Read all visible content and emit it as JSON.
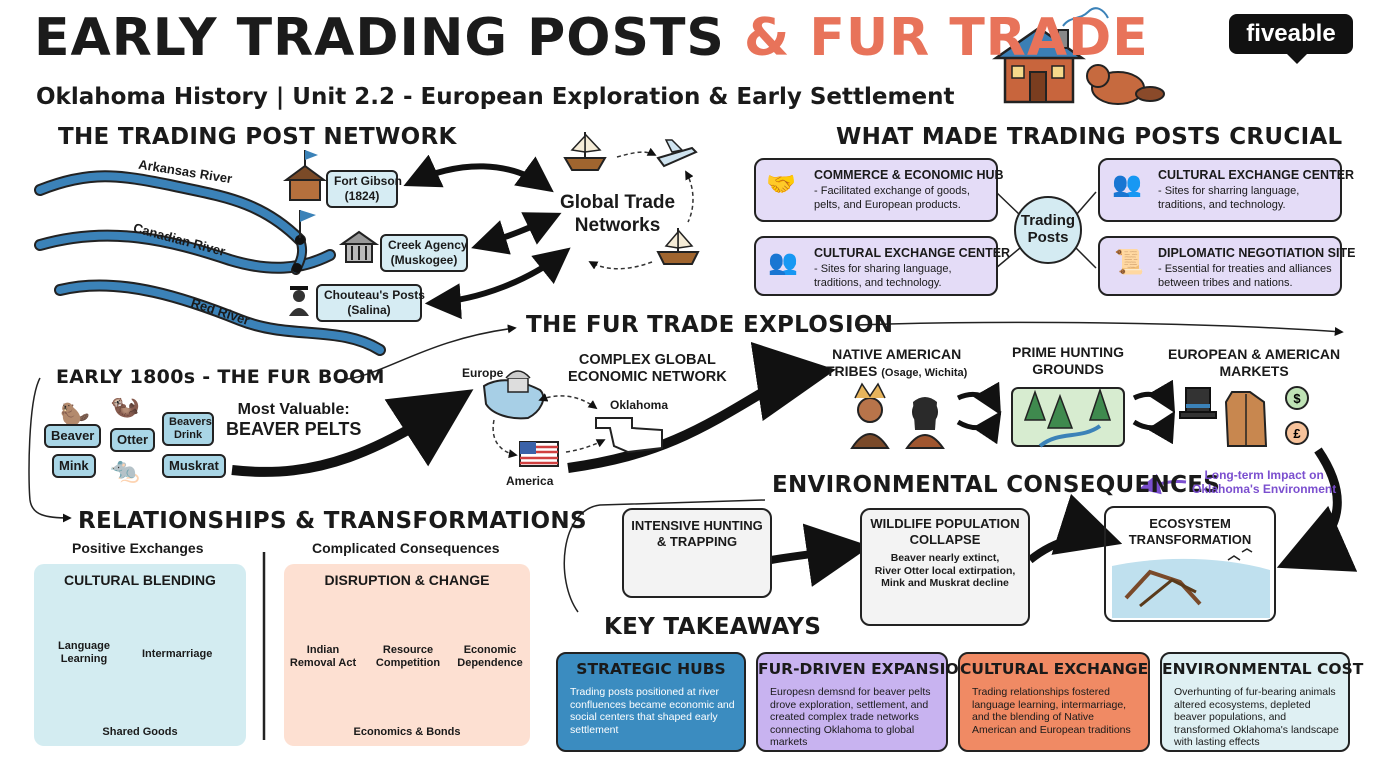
{
  "header": {
    "title_part1": "EARLY TRADING POSTS",
    "title_part2": "& FUR TRADE",
    "subtitle": "Oklahoma History | Unit 2.2 - European Exploration & Early Settlement",
    "brand": "fiveable"
  },
  "network": {
    "heading": "THE TRADING POST NETWORK",
    "rivers": [
      "Arkansas River",
      "Canadian River",
      "Red River"
    ],
    "posts": [
      {
        "name": "Fort Gibson",
        "detail": "(1824)"
      },
      {
        "name": "Creek Agency",
        "detail": "(Muskogee)"
      },
      {
        "name": "Chouteau's Posts",
        "detail": "(Salina)"
      }
    ],
    "global_label_line1": "Global Trade",
    "global_label_line2": "Networks"
  },
  "crucial": {
    "heading": "WHAT MADE TRADING POSTS CRUCIAL",
    "center_line1": "Trading",
    "center_line2": "Posts",
    "items": [
      {
        "title": "COMMERCE & ECONOMIC HUB",
        "desc": "- Facilitated exchange of goods, pelts, and European products."
      },
      {
        "title": "CULTURAL EXCHANGE CENTER",
        "desc": "- Sites for sharring language, traditions, and technology."
      },
      {
        "title": "CULTURAL EXCHANGE CENTER",
        "desc": "- Sites for sharing language, traditions, and technology."
      },
      {
        "title": "DIPLOMATIC NEGOTIATION SITE",
        "desc": "- Essential for treaties and alliances between tribes and nations."
      }
    ]
  },
  "fur_boom": {
    "heading": "EARLY 1800s - THE FUR BOOM",
    "animals": [
      "Beaver",
      "Otter",
      "Beavers Drink",
      "Mink",
      "Muskrat"
    ],
    "valuable_line1": "Most Valuable:",
    "valuable_line2": "BEAVER PELTS"
  },
  "explosion": {
    "heading": "THE FUR TRADE EXPLOSION",
    "complex_line1": "COMPLEX GLOBAL",
    "complex_line2": "ECONOMIC NETWORK",
    "places": [
      "Europe",
      "Oklahoma",
      "America"
    ],
    "native_line1": "NATIVE AMERICAN",
    "native_line2": "TRIBES",
    "native_tribes": "(Osage, Wichita)",
    "grounds_line1": "PRIME HUNTING",
    "grounds_line2": "GROUNDS",
    "markets_line1": "EUROPEAN & AMERICAN",
    "markets_line2": "MARKETS"
  },
  "environment": {
    "heading": "ENVIRONMENTAL CONSEQUENCES",
    "impact_line1": "Long-term Impact on",
    "impact_line2": "Oklahoma's Environment",
    "hunting_line1": "INTENSIVE HUNTING",
    "hunting_line2": "& TRAPPING",
    "collapse_line1": "WILDLIFE POPULATION",
    "collapse_line2": "COLLAPSE",
    "collapse_desc1": "Beaver nearly extinct,",
    "collapse_desc2": "River Otter local extirpation,",
    "collapse_desc3": "Mink and Muskrat decline",
    "eco_line1": "ECOSYSTEM",
    "eco_line2": "TRANSFORMATION"
  },
  "relationships": {
    "heading": "RELATIONSHIPS & TRANSFORMATIONS",
    "positive": "Positive Exchanges",
    "complicated": "Complicated Consequences",
    "blending": "CULTURAL BLENDING",
    "language_line1": "Language",
    "language_line2": "Learning",
    "intermarriage": "Intermarriage",
    "shared_goods": "Shared Goods",
    "disruption": "DISRUPTION & CHANGE",
    "removal_line1": "Indian",
    "removal_line2": "Removal Act",
    "resource_line1": "Resource",
    "resource_line2": "Competition",
    "economic_line1": "Economic",
    "economic_line2": "Dependence",
    "bonds": "Economics & Bonds"
  },
  "takeaways": {
    "heading": "KEY TAKEAWAYS",
    "items": [
      {
        "title": "STRATEGIC HUBS",
        "body": "Trading posts positioned at river confluences became economic and social centers that shaped early settlement"
      },
      {
        "title": "FUR-DRIVEN EXPANSION",
        "body": "Europesn demsnd for beaver pelts drove exploration, settlement, and created complex trade networks connecting Oklahoma to global markets"
      },
      {
        "title": "CULTURAL EXCHANGE",
        "body": "Trading relationships fostered language learning, intermarriage, and the blending of Native American and European traditions"
      },
      {
        "title": "ENVIRONMENTAL COST",
        "body": "Overhunting of fur-bearing animals altered ecosystems, depleted beaver populations, and transformed Oklahoma's landscape with lasting effects"
      }
    ]
  },
  "colors": {
    "title_accent": "#e8735a",
    "river_blue": "#3b82b8",
    "purple_box": "#e4dcf7",
    "teal_box": "#d3ecf1",
    "peach_box": "#fde0d2",
    "strategic": "#3b8cc0",
    "expansion": "#c8b3f0",
    "cultural": "#f08a64",
    "environmental": "#dff0f3",
    "impact_text": "#7b4fcf"
  }
}
